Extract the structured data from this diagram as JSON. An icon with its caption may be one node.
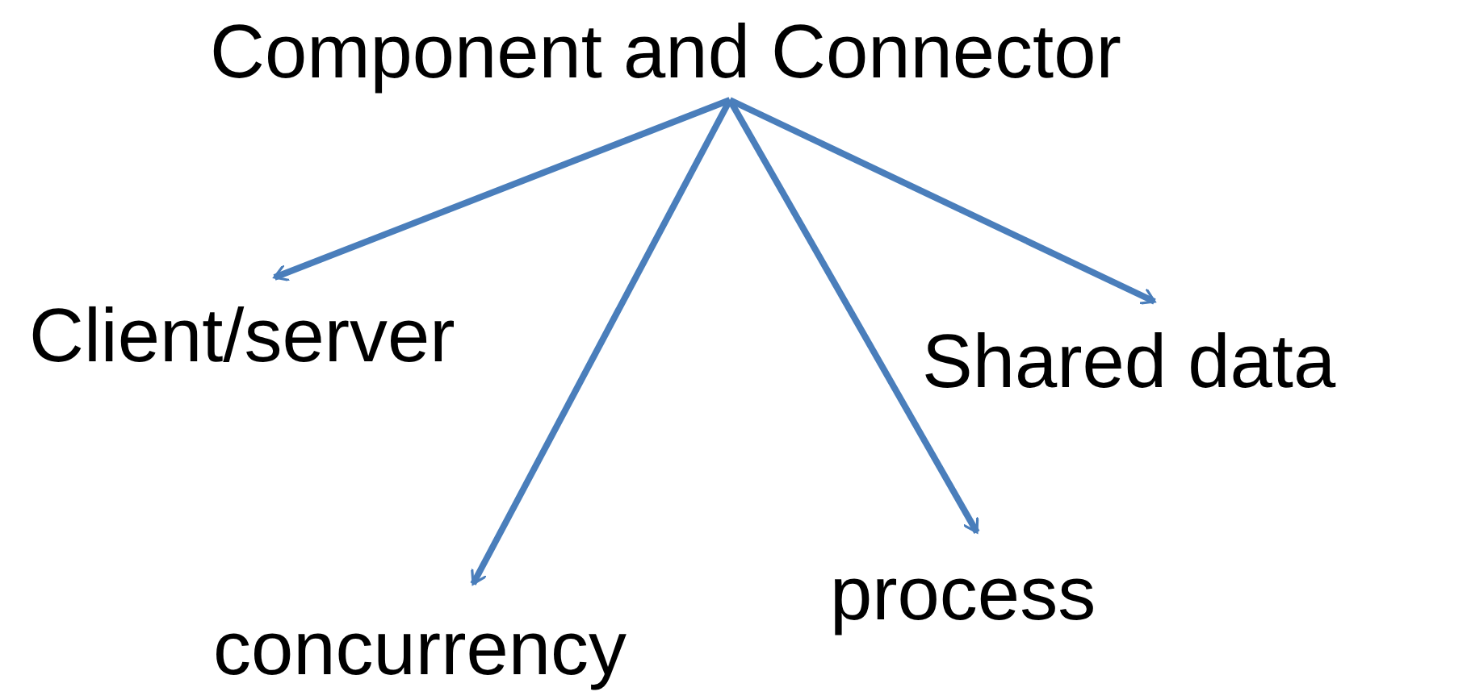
{
  "diagram": {
    "nodes": [
      {
        "text": [
          "Component and Connector"
        ]
      },
      {
        "text": [
          "Client/server"
        ]
      },
      {
        "text": [
          "concurrency"
        ]
      },
      {
        "text": [
          "process"
        ]
      },
      {
        "text": [
          "Shared data"
        ]
      }
    ],
    "edges": [
      {
        "from": 0,
        "to": 1,
        "arrow": "to"
      },
      {
        "from": 0,
        "to": 2,
        "arrow": "to"
      },
      {
        "from": 0,
        "to": 3,
        "arrow": "to"
      },
      {
        "from": 0,
        "to": 4,
        "arrow": "to"
      }
    ]
  }
}
